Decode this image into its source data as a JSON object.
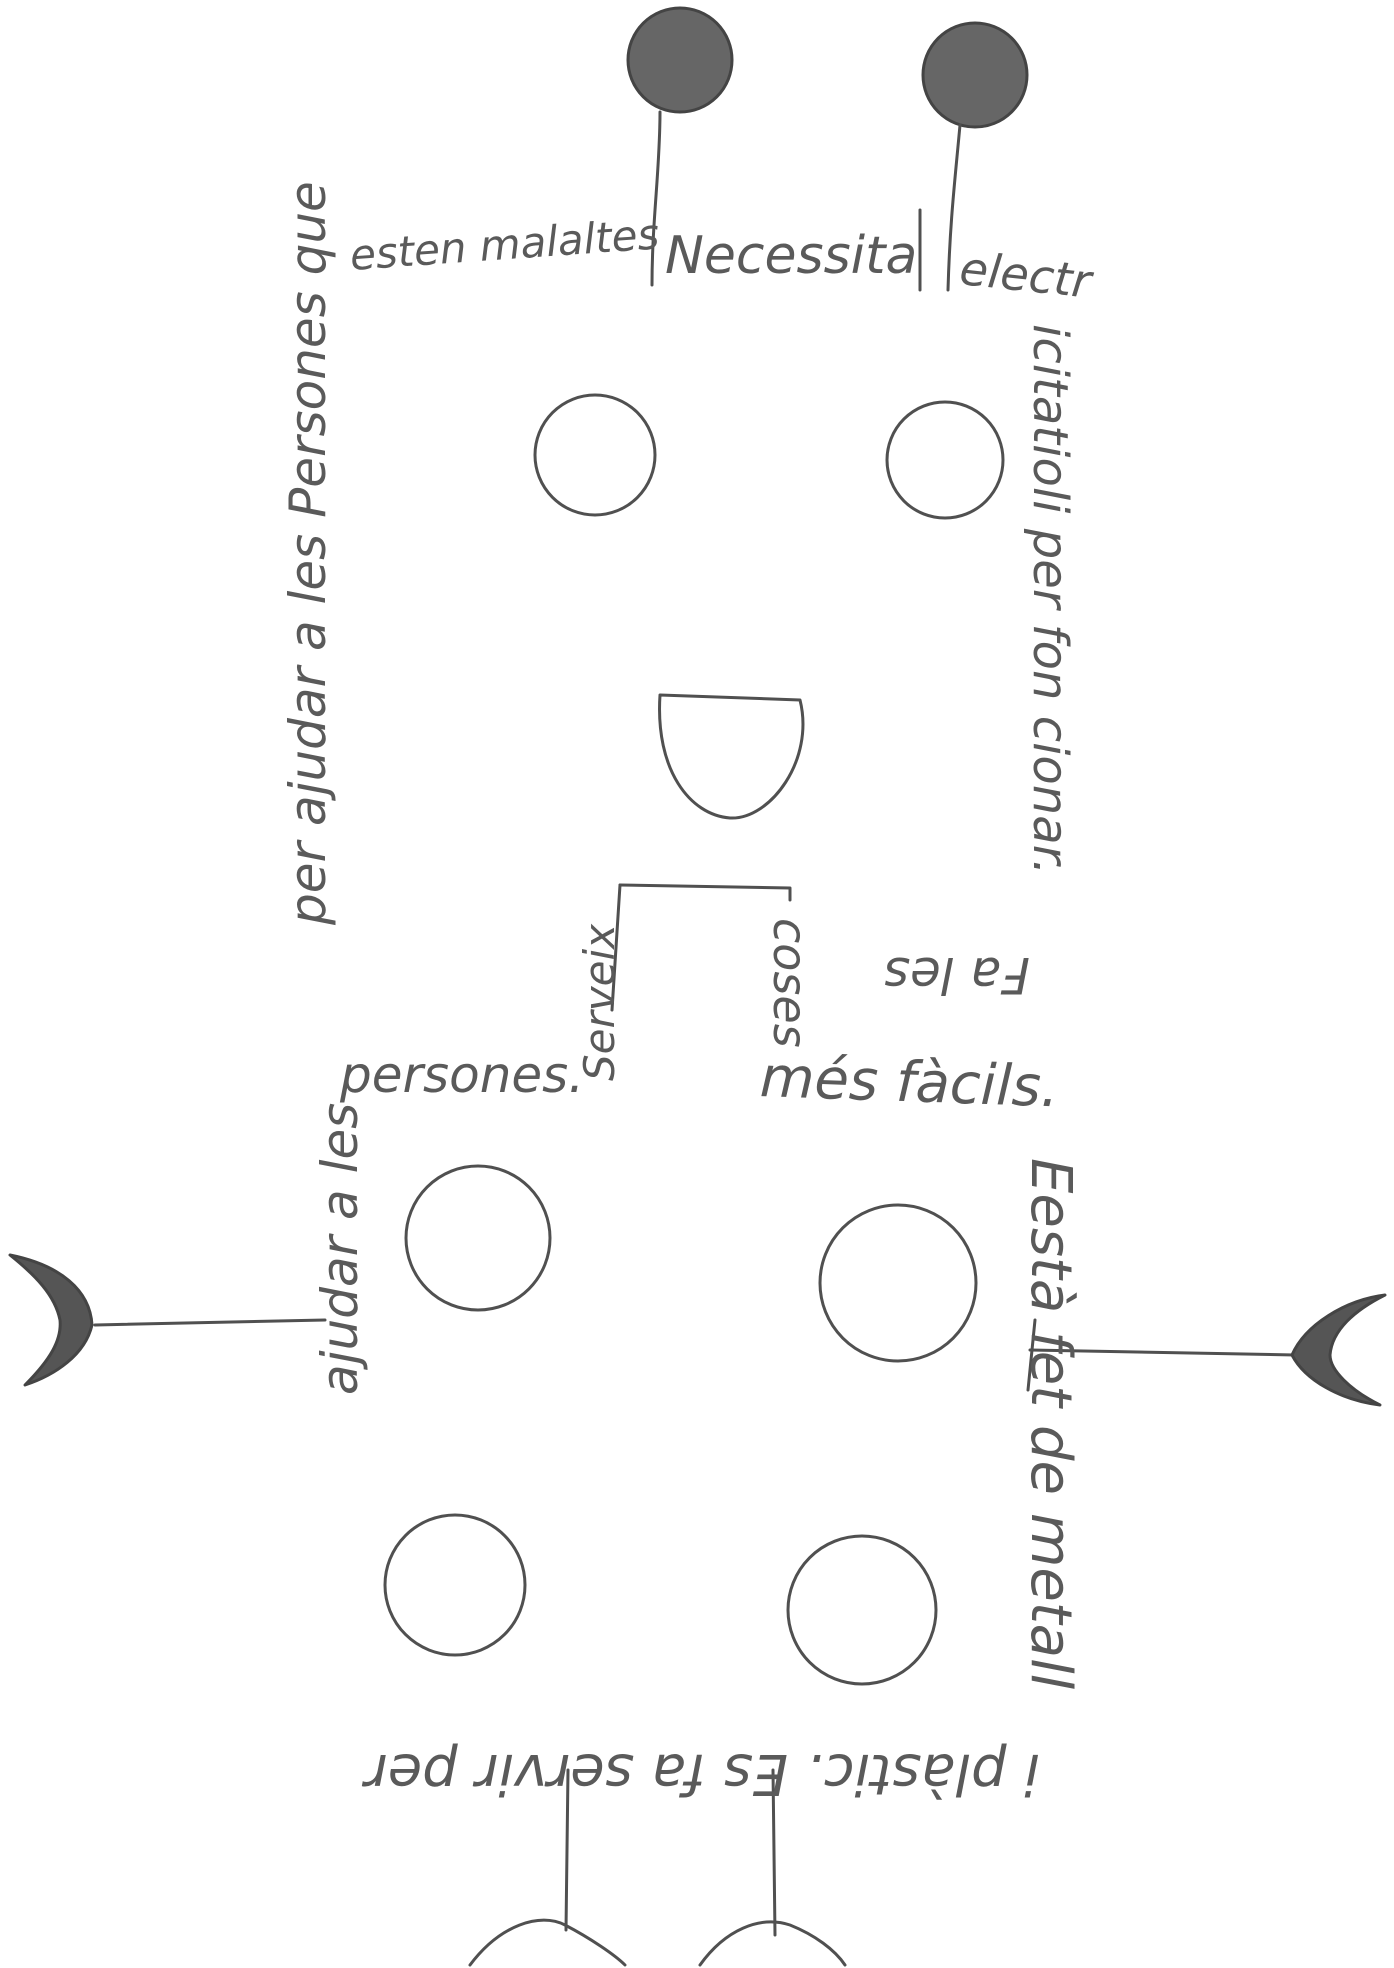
{
  "drawing": {
    "ink_color": "#505050",
    "fill_color": "#666666",
    "text_segments": {
      "top_left": "esten malaltes",
      "top_mid": "Necessita",
      "top_right": "electr",
      "right_upper": "icitatioli per fon cionar.",
      "center_right": "Fa les",
      "center_right_cont": "coses",
      "left_upper": "per ajudar a les Persones que",
      "mid_left": "Serveix",
      "mid_left_cont": "persones.",
      "mid_right": "més fàcils.",
      "right_lower": "Eestà fet de metall",
      "bottom": "i plàstic. Es fa servir per",
      "left_lower": "ajudar a les"
    }
  }
}
